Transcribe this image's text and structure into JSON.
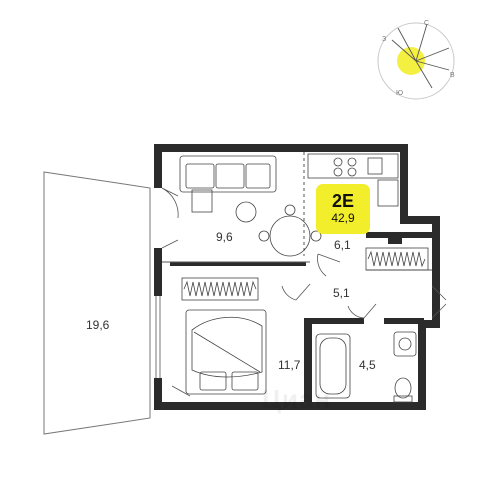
{
  "apartment": {
    "type": "2E",
    "total_area": "42,9",
    "badge_color": "#f2ee2c"
  },
  "rooms": [
    {
      "id": "terrace",
      "area": "19,6"
    },
    {
      "id": "living-room",
      "area": "9,6"
    },
    {
      "id": "kitchen",
      "area": "6,1"
    },
    {
      "id": "hallway",
      "area": "5,1"
    },
    {
      "id": "bedroom",
      "area": "11,7"
    },
    {
      "id": "bathroom",
      "area": "4,5"
    }
  ],
  "compass": {
    "letters": [
      "С",
      "В",
      "Ю",
      "З"
    ],
    "sun_color": "#f2ee2c"
  },
  "watermark": "Циан",
  "colors": {
    "wall": "#2b2b2b",
    "line": "#666666",
    "accent": "#f2ee2c"
  }
}
